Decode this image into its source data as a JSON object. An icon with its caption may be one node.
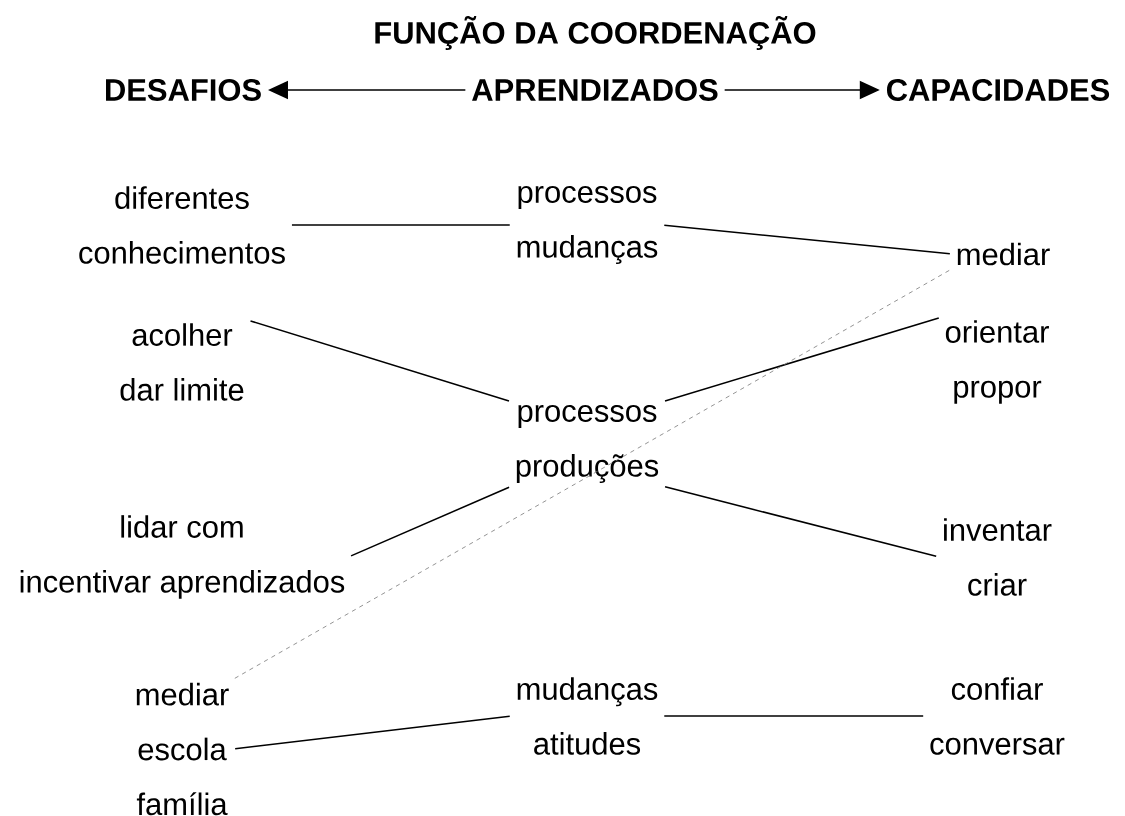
{
  "diagram": {
    "title": "FUNÇÃO DA COORDENAÇÃO",
    "nodes": [
      {
        "text": [
          "DESAFIOS"
        ]
      },
      {
        "text": [
          "APRENDIZADOS"
        ]
      },
      {
        "text": [
          "CAPACIDADES"
        ]
      },
      {
        "text": [
          "diferentes",
          "conhecimentos"
        ]
      },
      {
        "text": [
          "processos",
          "mudanças"
        ]
      },
      {
        "text": [
          "mediar"
        ]
      },
      {
        "text": [
          "acolher",
          "dar limite"
        ]
      },
      {
        "text": [
          "processos",
          "produções"
        ]
      },
      {
        "text": [
          "orientar",
          "propor"
        ]
      },
      {
        "text": [
          "lidar com",
          "incentivar aprendizados"
        ]
      },
      {
        "text": [
          "inventar",
          "criar"
        ]
      },
      {
        "text": [
          "mediar",
          "escola",
          "família"
        ]
      },
      {
        "text": [
          "mudanças",
          "atitudes"
        ]
      },
      {
        "text": [
          "confiar",
          "conversar"
        ]
      }
    ],
    "edges": [
      {
        "from": 1,
        "to": 0,
        "arrow": "to"
      },
      {
        "from": 1,
        "to": 2,
        "arrow": "to"
      },
      {
        "from": 3,
        "to": 4,
        "arrow": "none"
      },
      {
        "from": 4,
        "to": 5,
        "arrow": "none"
      },
      {
        "from": 6,
        "to": 7,
        "arrow": "none"
      },
      {
        "from": 7,
        "to": 8,
        "arrow": "none"
      },
      {
        "from": 7,
        "to": 9,
        "arrow": "none"
      },
      {
        "from": 7,
        "to": 10,
        "arrow": "none"
      },
      {
        "from": 11,
        "to": 12,
        "arrow": "none"
      },
      {
        "from": 12,
        "to": 13,
        "arrow": "none"
      },
      {
        "from": 11,
        "to": 5,
        "arrow": "none",
        "style": "dashed",
        "color": "#808080"
      }
    ]
  }
}
